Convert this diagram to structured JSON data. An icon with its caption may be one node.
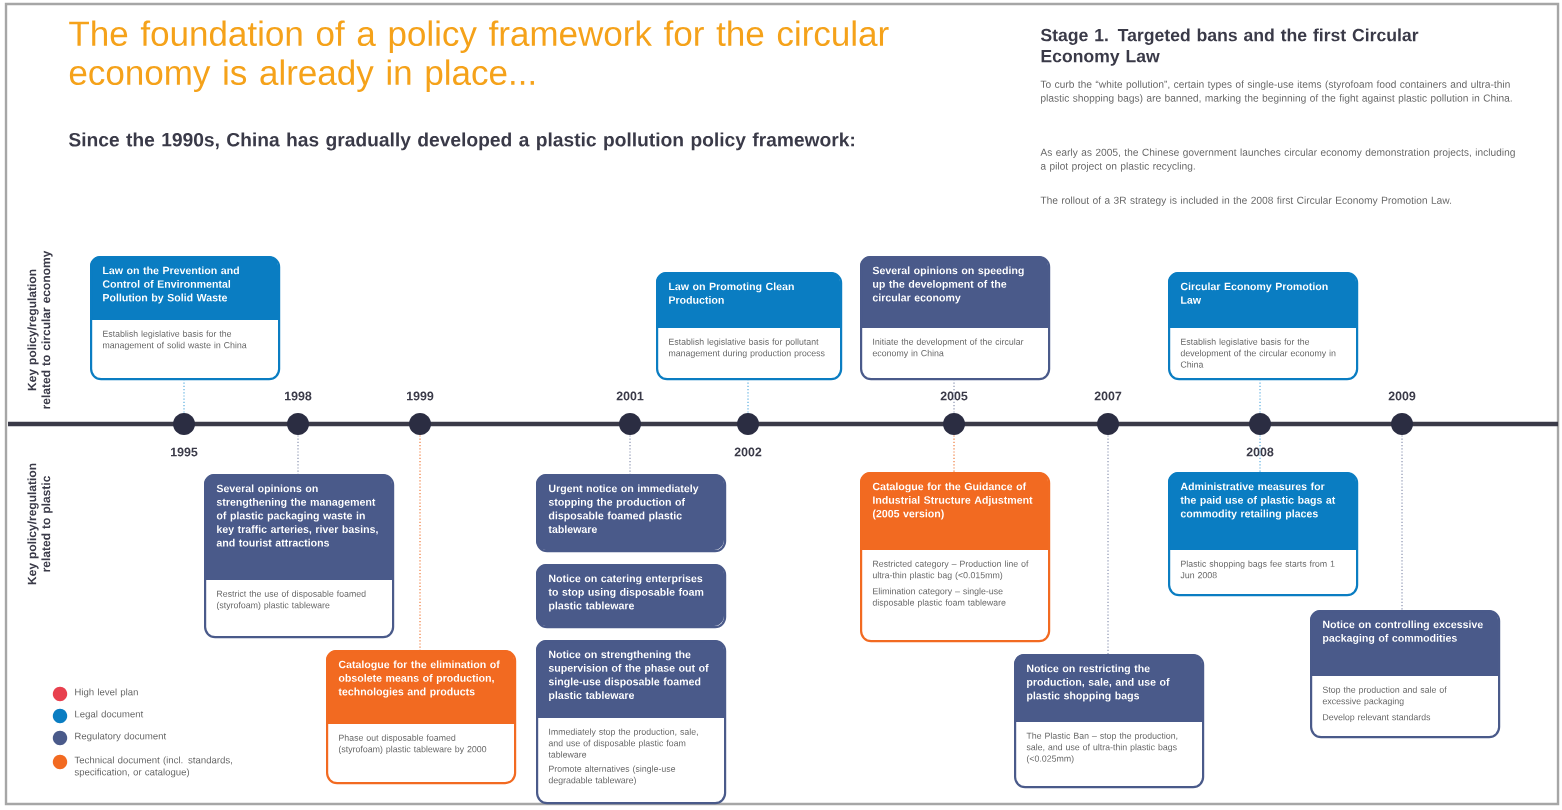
{
  "diagram": {
    "title": "The foundation of a policy framework for the circular economy is already in place...",
    "nodes": [
      {
        "text": [
          "Law on the Prevention and Control of Environmental Pollution by Solid Waste",
          "Establish legislative basis for the management of solid waste in China"
        ]
      },
      {
        "text": [
          "Law on Promoting Clean Production",
          "Establish legislative basis for pollutant management during production process"
        ]
      },
      {
        "text": [
          "Several opinions on speeding up the development of the circular economy",
          "Initiate the development of the circular economy in China"
        ]
      },
      {
        "text": [
          "Circular Economy Promotion Law",
          "Establish legislative basis for the development of the circular economy in China"
        ]
      },
      {
        "text": [],
        "shape": "circle",
        "beside": [
          "1995"
        ]
      },
      {
        "text": [],
        "shape": "circle",
        "beside": [
          "1998"
        ]
      },
      {
        "text": [],
        "shape": "circle",
        "beside": [
          "1999"
        ]
      },
      {
        "text": [],
        "shape": "circle",
        "beside": [
          "2001"
        ]
      },
      {
        "text": [],
        "shape": "circle",
        "beside": [
          "2002"
        ]
      },
      {
        "text": [],
        "shape": "circle",
        "beside": [
          "2005"
        ]
      },
      {
        "text": [],
        "shape": "circle",
        "beside": [
          "2007"
        ]
      },
      {
        "text": [],
        "shape": "circle",
        "beside": [
          "2008"
        ]
      },
      {
        "text": [],
        "shape": "circle",
        "beside": [
          "2009"
        ]
      },
      {
        "text": [
          "Several opinions on strengthening the management of plastic packaging waste in key traffic arteries, river basins, and tourist attractions",
          "Restrict the use of disposable foamed (styrofoam) plastic tableware"
        ]
      },
      {
        "text": [
          "Catalogue for the elimination of obsolete means of production, technologies and products",
          "Phase out disposable foamed (styrofoam) plastic tableware by 2000"
        ]
      },
      {
        "text": [
          "Urgent notice on immediately stopping the production of disposable foamed plastic tableware"
        ]
      },
      {
        "text": [
          "Notice on catering enterprises to stop using disposable foam plastic tableware"
        ]
      },
      {
        "text": [
          "Notice on strengthening the supervision of the phase out of single-use disposable foamed plastic tableware",
          "Immediately stop the production, sale, and use of disposable plastic foam tableware",
          "Promote alternatives (single-use degradable tableware)"
        ]
      },
      {
        "text": [
          "Catalogue for the Guidance of Industrial Structure Adjustment (2005 version)",
          "Restricted category – Production line of ultra-thin plastic bag (<0.015mm)",
          "Elimination category – single-use disposable plastic foam tableware"
        ]
      },
      {
        "text": [
          "Notice on restricting the production, sale, and use of plastic shopping bags",
          "The Plastic Ban – stop the production, sale, and use of ultra-thin plastic bags (<0.025mm)"
        ]
      },
      {
        "text": [
          "Administrative measures for the paid use of plastic bags at commodity retailing places",
          "Plastic shopping bags fee starts from 1 Jun 2008"
        ]
      },
      {
        "text": [
          "Notice on controlling excessive packaging of commodities",
          "Stop the production and sale of excessive packaging",
          "Develop relevant standards"
        ]
      }
    ],
    "edges": [
      {
        "from": 4,
        "to": 0,
        "arrow": "none",
        "style": "dashed",
        "color": "#5aaee0"
      },
      {
        "from": 8,
        "to": 1,
        "arrow": "none",
        "style": "dashed",
        "color": "#5aaee0"
      },
      {
        "from": 9,
        "to": 2,
        "arrow": "none",
        "style": "dashed",
        "color": "#8a93b0"
      },
      {
        "from": 11,
        "to": 3,
        "arrow": "none",
        "style": "dashed",
        "color": "#5aaee0"
      },
      {
        "from": 5,
        "to": 13,
        "arrow": "none",
        "style": "dashed",
        "color": "#8a93b0"
      },
      {
        "from": 6,
        "to": 14,
        "arrow": "none",
        "style": "dashed",
        "color": "#f07a3a"
      },
      {
        "from": 7,
        "to": 15,
        "arrow": "none",
        "style": "dashed",
        "color": "#8a93b0"
      },
      {
        "from": 9,
        "to": 18,
        "arrow": "none",
        "style": "dashed",
        "color": "#f07a3a"
      },
      {
        "from": 10,
        "to": 19,
        "arrow": "none",
        "style": "dashed",
        "color": "#8a93b0"
      },
      {
        "from": 11,
        "to": 20,
        "arrow": "none",
        "style": "dashed",
        "color": "#5aaee0"
      },
      {
        "from": 12,
        "to": 21,
        "arrow": "none",
        "style": "dashed",
        "color": "#8a93b0"
      }
    ],
    "labels": [
      "Since the 1990s, China has gradually developed a plastic pollution policy framework:",
      "Stage 1. Targeted bans and the first Circular Economy Law",
      "To curb the “white pollution”, certain types of single-use items (styrofoam food containers and ultra-thin plastic shopping bags) are banned, marking the beginning of the fight against plastic pollution in China.",
      "As early as 2005, the Chinese government launches circular economy demonstration projects, including a pilot project on plastic recycling.",
      "The rollout of a 3R strategy is included in the 2008 first Circular Economy Promotion Law.",
      "Key policy/regulation related to circular economy",
      "Key policy/regulation related to plastic"
    ],
    "legend": [
      {
        "text": "High level plan",
        "color": "#e8404e"
      },
      {
        "text": "Legal document",
        "color": "#0a7dc2"
      },
      {
        "text": "Regulatory document",
        "color": "#4a5a8a"
      },
      {
        "text": "Technical document (incl. standards, specification, or catalogue)",
        "color": "#f26a21"
      }
    ]
  }
}
